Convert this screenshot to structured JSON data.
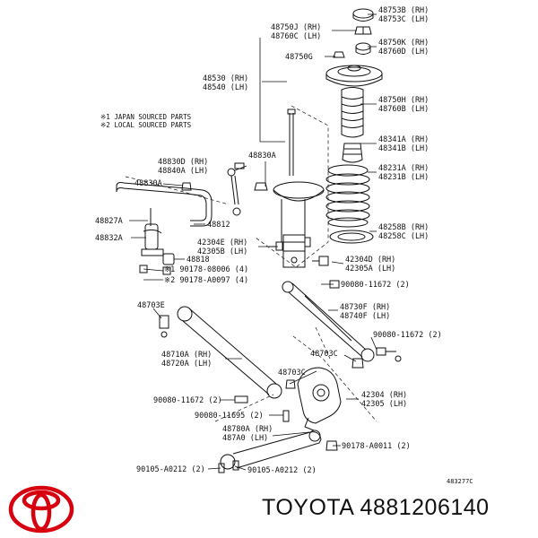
{
  "brand": {
    "text": "TOYOTA 4881206140",
    "logo_color": "#d7000f"
  },
  "notes": {
    "line1": "※1 JAPAN SOURCED PARTS",
    "line2": "※2 LOCAL SOURCED PARTS"
  },
  "drawing_code": "483277C",
  "labels": {
    "p48753B": "48753B (RH)",
    "p48753C": "48753C (LH)",
    "p48750J": "48750J (RH)",
    "p48760C": "48760C (LH)",
    "p48750K": "48750K (RH)",
    "p48760D": "48760D (LH)",
    "p48750G": "48750G",
    "p48530": "48530 (RH)",
    "p48540": "48540 (LH)",
    "p48750H": "48750H (RH)",
    "p48760B": "48760B (LH)",
    "p48341A": "48341A (RH)",
    "p48341B": "48341B (LH)",
    "p48830D": "48830D (RH)",
    "p48840A": "48840A (LH)",
    "p48830A_top": "48830A",
    "p48231A": "48231A (RH)",
    "p48231B": "48231B (LH)",
    "p48830A_left": "48830A",
    "p48827A": "48827A",
    "p48812": "48812",
    "p48258B": "48258B (RH)",
    "p48258C": "48258C (LH)",
    "p48832A": "48832A",
    "p42304E": "42304E (RH)",
    "p42305B": "42305B (LH)",
    "p42304D": "42304D (RH)",
    "p42305A": "42305A (LH)",
    "p48818": "48818",
    "p90178_08006": "※1 90178-08006 (4)",
    "p90178_A0097": "※2 90178-A0097 (4)",
    "p90080_11672a": "90080-11672 (2)",
    "p48703E": "48703E",
    "p48730F": "48730F (RH)",
    "p48740F": "48740F (LH)",
    "p90080_11672b": "90080-11672 (2)",
    "p48703C_right": "48703C",
    "p48710A": "48710A (RH)",
    "p48720A": "48720A (LH)",
    "p48703C_mid": "48703C",
    "p42304": "42304 (RH)",
    "p42305": "42305 (LH)",
    "p90080_11672c": "90080-11672 (2)",
    "p90080_11695": "90080-11695 (2)",
    "p48780A": "48780A (RH)",
    "p487A0": "487A0 (LH)",
    "p90178_A0011": "90178-A0011 (2)",
    "p90105_A0212a": "90105-A0212 (2)",
    "p90105_A0212b": "90105-A0212 (2)"
  }
}
